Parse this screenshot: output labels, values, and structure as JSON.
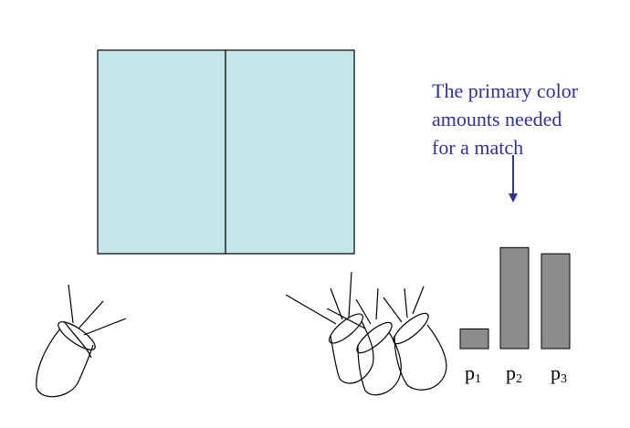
{
  "caption": {
    "lines": [
      "The primary color",
      "amounts needed",
      "for a match"
    ]
  },
  "colors": {
    "panel_fill": "#c5e6e8",
    "caption_text": "#3030a0",
    "bar_fill": "#8c8c8c"
  },
  "bars": [
    {
      "base": "p",
      "sub": "1",
      "value": 0.16
    },
    {
      "base": "p",
      "sub": "2",
      "value": 0.82
    },
    {
      "base": "p",
      "sub": "3",
      "value": 0.77
    }
  ]
}
